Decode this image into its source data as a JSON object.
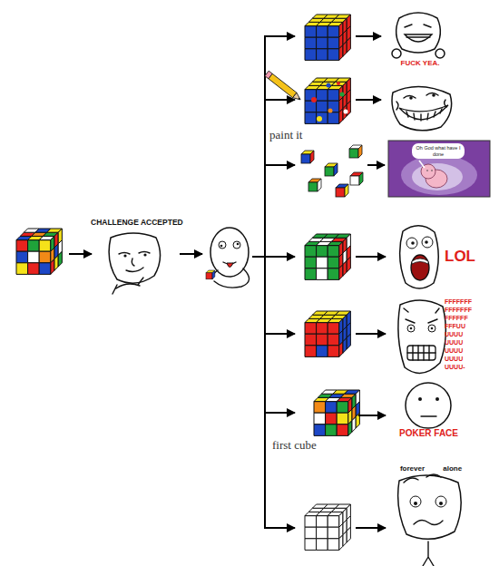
{
  "diagram": {
    "nodes": [
      {
        "text": [
          "CHALLENGE ACCEPTED"
        ]
      },
      {
        "text": [
          "FUCK YEA."
        ]
      },
      {
        "text": [
          "paint it"
        ]
      },
      {
        "text": [
          "Oh God what have I done"
        ]
      },
      {
        "text": [
          "LOL"
        ]
      },
      {
        "text": [
          "FFFFFFF FFFFFFF FFFFFF FFFUU UUUU UUUU UUUU UUUU UUUU-"
        ]
      },
      {
        "text": [
          "first cube"
        ]
      },
      {
        "text": [
          "POKER FACE"
        ]
      },
      {
        "text": [
          "forever alone"
        ]
      }
    ],
    "edges": [
      {
        "from": 6,
        "to": 7,
        "arrow": "to"
      }
    ]
  }
}
